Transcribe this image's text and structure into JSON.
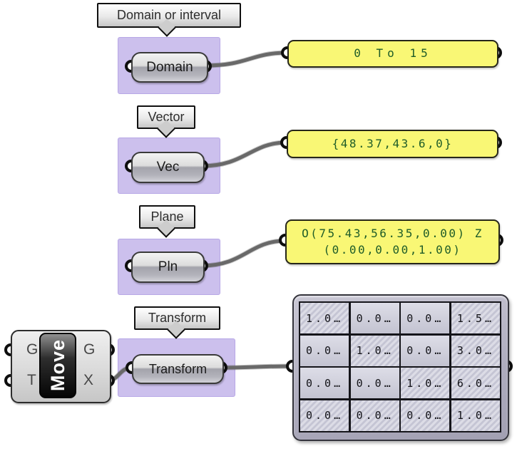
{
  "app": "grasshopper-node-canvas",
  "colors": {
    "group_fill": "#ccc0ed",
    "panel_fill": "#f9f775",
    "panel_text": "#1e5c28",
    "wire": "#696969",
    "matrix_fill": "#aeacbe",
    "capsule_fill": "#c9c9c9"
  },
  "sections": [
    {
      "tooltip": "Domain or interval",
      "capsule": "Domain",
      "panel": {
        "lines": [
          "0 To 15"
        ]
      }
    },
    {
      "tooltip": "Vector",
      "capsule": "Vec",
      "panel": {
        "lines": [
          "{48.37,43.6,0}"
        ]
      }
    },
    {
      "tooltip": "Plane",
      "capsule": "Pln",
      "panel": {
        "lines": [
          "O(75.43,56.35,0.00) Z",
          "(0.00,0.00,1.00)"
        ]
      }
    },
    {
      "tooltip": "Transform",
      "capsule": "Transform"
    }
  ],
  "move": {
    "label": "Move",
    "inputs": [
      "G",
      "T"
    ],
    "outputs": [
      "G",
      "X"
    ]
  },
  "matrix": {
    "rows": [
      [
        "1.0…",
        "0.0…",
        "0.0…",
        "1.5…"
      ],
      [
        "0.0…",
        "1.0…",
        "0.0…",
        "3.0…"
      ],
      [
        "0.0…",
        "0.0…",
        "1.0…",
        "6.0…"
      ],
      [
        "0.0…",
        "0.0…",
        "0.0…",
        "1.0…"
      ]
    ],
    "hatched": [
      [
        true,
        false,
        false,
        true
      ],
      [
        false,
        true,
        false,
        true
      ],
      [
        false,
        false,
        true,
        true
      ],
      [
        true,
        true,
        true,
        true
      ]
    ]
  }
}
